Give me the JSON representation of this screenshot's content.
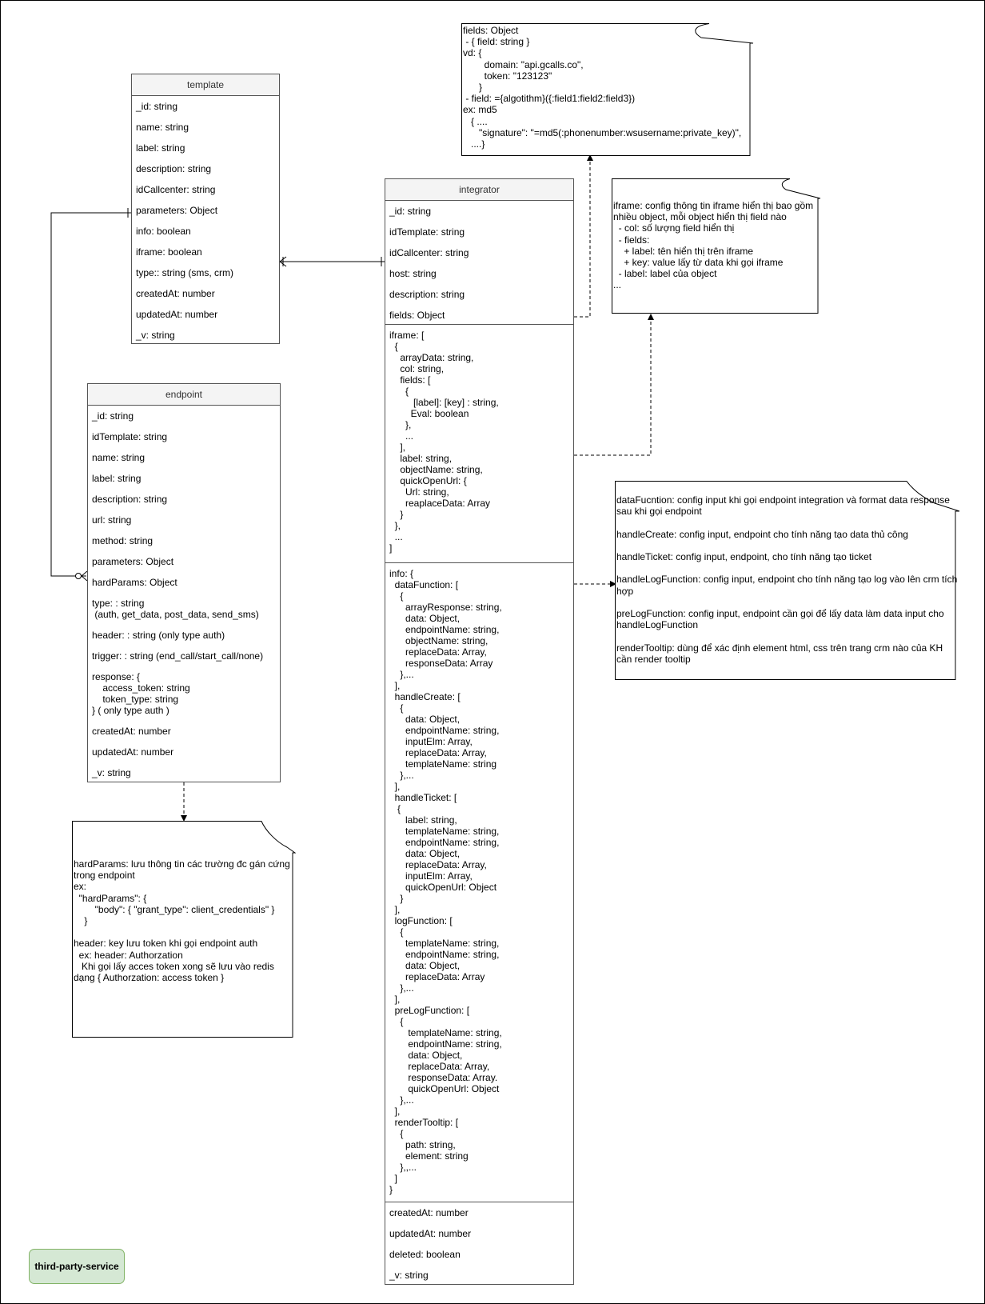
{
  "template": {
    "title": "template",
    "fields": [
      "_id: string",
      "name: string",
      "label: string",
      "description: string",
      "idCallcenter: string",
      "parameters: Object",
      "info: boolean",
      "iframe: boolean",
      "type:: string (sms, crm)",
      "createdAt: number",
      "updatedAt: number",
      "_v: string"
    ]
  },
  "endpoint": {
    "title": "endpoint",
    "fields": [
      "_id: string",
      "idTemplate: string",
      "name: string",
      "label: string",
      "description: string",
      "url: string",
      "method: string",
      "parameters: Object",
      "hardParams: Object"
    ],
    "type_field": "type: : string\n (auth, get_data, post_data, send_sms)",
    "fields2": [
      "header: : string (only type auth)",
      "trigger: : string (end_call/start_call/none)"
    ],
    "response_field": "response: {\n    access_token: string\n    token_type: string\n} ( only type auth )",
    "fields3": [
      "createdAt: number",
      "updatedAt: number",
      "_v: string"
    ]
  },
  "integrator": {
    "title": "integrator",
    "fields": [
      "_id: string",
      "idTemplate: string",
      "idCallcenter: string",
      "host: string",
      "description: string",
      "fields: Object"
    ],
    "iframe_block": "iframe: [\n  {\n    arrayData: string,\n    col: string,\n    fields: [\n      {\n         [label]: [key] : string,\n        Eval: boolean\n      },\n      ...\n    ],\n    label: string,\n    objectName: string,\n    quickOpenUrl: {\n      Url: string,\n      reaplaceData: Array\n    }\n  },\n  ...\n]",
    "info_block": "info: {\n  dataFunction: [\n    {\n      arrayResponse: string,\n      data: Object,\n      endpointName: string,\n      objectName: string,\n      replaceData: Array,\n      responseData: Array\n    },...\n  ],\n  handleCreate: [\n    {\n      data: Object,\n      endpointName: string,\n      inputElm: Array,\n      replaceData: Array,\n      templateName: string\n    },...\n  ],\n  handleTicket: [\n   {\n      label: string,\n      templateName: string,\n      endpointName: string,\n      data: Object,\n      replaceData: Array,\n      inputElm: Array,\n      quickOpenUrl: Object\n    }\n  ],\n  logFunction: [\n    {\n      templateName: string,\n      endpointName: string,\n      data: Object,\n      replaceData: Array\n    },...\n  ],\n  preLogFunction: [\n    {\n       templateName: string,\n       endpointName: string,\n       data: Object,\n       replaceData: Array,\n       responseData: Array.\n       quickOpenUrl: Object\n    },...\n  ],\n  renderTooltip: [\n    {\n      path: string,\n      element: string\n    },,...\n  ]\n}",
    "tail_fields": [
      "createdAt: number",
      "updatedAt: number",
      "deleted: boolean",
      "_v: string"
    ]
  },
  "notes": {
    "fields_note": "fields: Object\n - { field: string }\nvd: {\n        domain: \"api.gcalls.co\",\n        token: \"123123\"\n      }\n - field: ={algotithm}({:field1:field2:field3})\nex: md5\n   { ....\n      \"signature\": \"=md5(:phonenumber:wsusername:private_key)\",\n   ....}",
    "iframe_note": "iframe: config thông tin iframe hiển thị bao gồm\nnhiều object, mỗi object hiển thị field nào\n  - col: số lượng field hiển thị\n  - fields:\n    + label: tên hiển thị trên iframe\n    + key: value lấy từ data khi gọi iframe\n  - label: label của object\n...",
    "info_note": "dataFucntion: config input khi gọi endpoint integration và format data response\nsau khi gọi endpoint\n\nhandleCreate: config input, endpoint cho tính năng tạo data thủ công\n\nhandleTicket: config input, endpoint, cho tính năng tạo ticket\n\nhandleLogFunction: config input, endpoint cho tính năng tạo log vào lên crm tích\nhợp\n\npreLogFunction: config input, endpoint cần gọi để lấy data làm data input cho\nhandleLogFunction\n\nrenderTooltip: dùng để xác định element html, css trên trang crm nào của KH\ncần render tooltip",
    "hardparams_note": "hardParams: lưu thông tin các trường đc gán cứng\ntrong endpoint\nex:\n  \"hardParams\": {\n        \"body\": { \"grant_type\": client_credentials\" }\n    }\n\nheader: key lưu token khi gọi endpoint auth\n  ex: header: Authorzation\n   Khi gọi lấy acces token xong sẽ lưu vào redis\ndạng { Authorzation: access token }"
  },
  "tag": "third-party-service"
}
